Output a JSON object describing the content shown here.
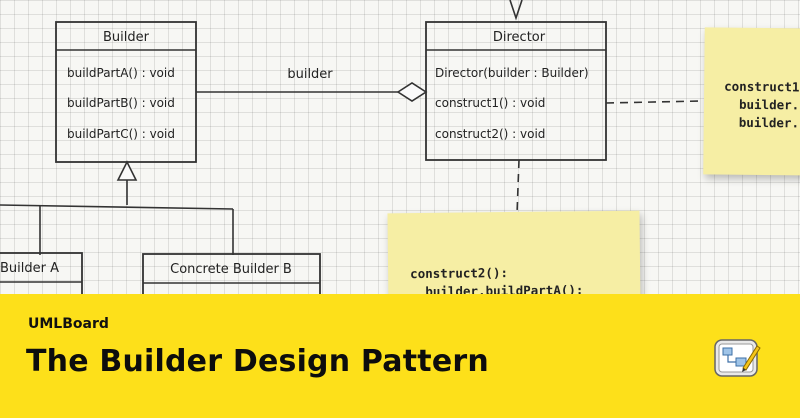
{
  "diagram": {
    "classes": {
      "builder": {
        "title": "Builder",
        "methods": [
          "buildPartA() : void",
          "buildPartB() : void",
          "buildPartC() : void"
        ]
      },
      "director": {
        "title": "Director",
        "methods": [
          "Director(builder : Builder)",
          "construct1() : void",
          "construct2() : void"
        ]
      },
      "concrete_a": {
        "title": "Builder A"
      },
      "concrete_b": {
        "title": "Concrete Builder B"
      }
    },
    "association_label": "builder",
    "note_right": "construct1\n  builder.\n  builder.",
    "note_bottom": "construct2():\n  builder.buildPartA();"
  },
  "banner": {
    "brand": "UMLBoard",
    "title": "The Builder Design Pattern",
    "app_icon": "umlboard-app-icon"
  },
  "colors": {
    "banner": "#fde01a",
    "note": "#f6eea4"
  }
}
